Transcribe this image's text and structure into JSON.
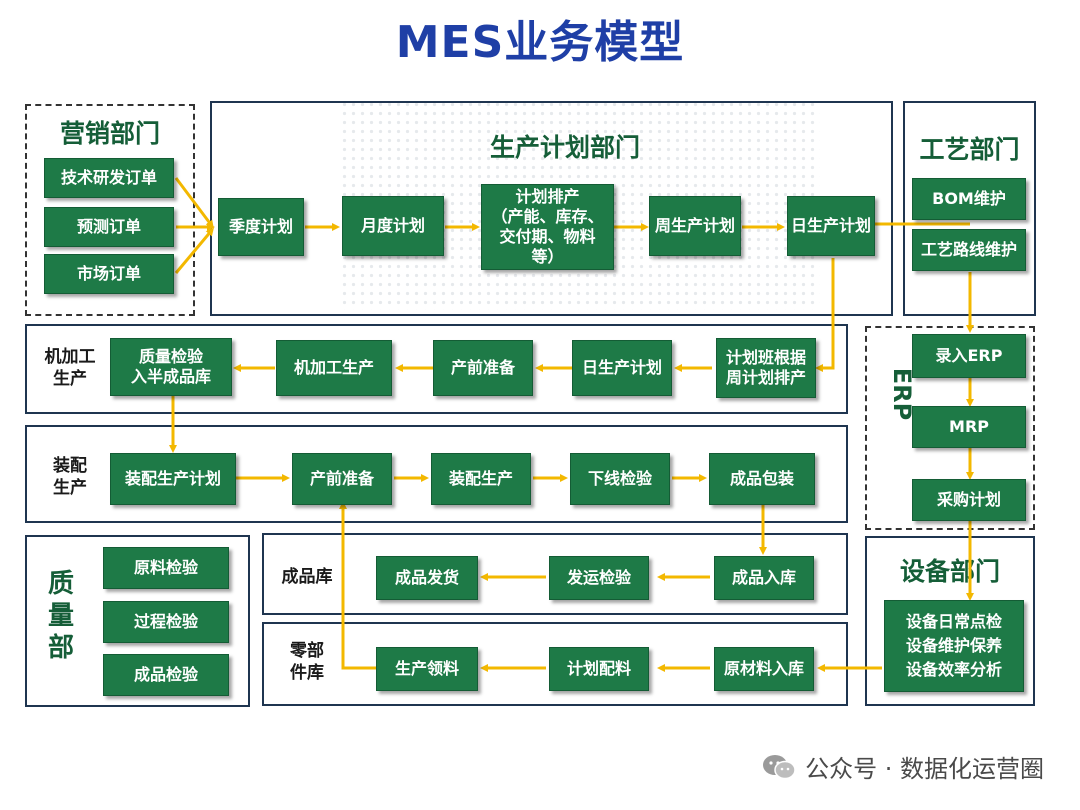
{
  "title": "MES业务模型",
  "colors": {
    "title": "#1f3fa6",
    "box": "#1e7a47",
    "arrow": "#f3b800",
    "border": "#1f3550"
  },
  "sales": {
    "label": "营销部门",
    "items": [
      "技术研发订单",
      "预测订单",
      "市场订单"
    ]
  },
  "planning": {
    "label": "生产计划部门",
    "items": [
      "季度计划",
      "月度计划",
      "计划排产\n（产能、库存、交付期、物料等）",
      "周生产计划",
      "日生产计划"
    ]
  },
  "craft": {
    "label": "工艺部门",
    "items": [
      "BOM维护",
      "工艺路线维护"
    ]
  },
  "machining": {
    "label": "机加工\n生产",
    "items": [
      "计划班根据\n周计划排产",
      "日生产计划",
      "产前准备",
      "机加工生产",
      "质量检验\n入半成品库"
    ]
  },
  "erp": {
    "label": "ERP",
    "items": [
      "录入ERP",
      "MRP",
      "采购计划"
    ]
  },
  "assembly": {
    "label": "装配\n生产",
    "items": [
      "装配生产计划",
      "产前准备",
      "装配生产",
      "下线检验",
      "成品包装"
    ]
  },
  "quality": {
    "label": "质\n量\n部",
    "items": [
      "原料检验",
      "过程检验",
      "成品检验"
    ]
  },
  "finished": {
    "label": "成品库",
    "items": [
      "成品入库",
      "发运检验",
      "成品发货"
    ]
  },
  "parts": {
    "label": "零部\n件库",
    "items": [
      "原材料入库",
      "计划配料",
      "生产领料"
    ]
  },
  "equipment": {
    "label": "设备部门",
    "items": [
      "设备日常点检\n设备维护保养\n设备效率分析"
    ]
  },
  "watermark": "公众号 · 数据化运营圈"
}
